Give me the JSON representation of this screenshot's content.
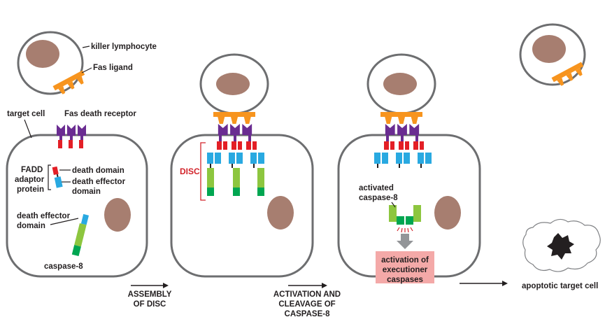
{
  "labels": {
    "killer_lymphocyte": "killer lymphocyte",
    "fas_ligand": "Fas ligand",
    "target_cell": "target cell",
    "fas_death_receptor": "Fas death receptor",
    "fadd_line1": "FADD",
    "fadd_line2": "adaptor",
    "fadd_line3": "protein",
    "death_domain": "death domain",
    "death_effector_domain_1a": "death effector",
    "death_effector_domain_1b": "domain",
    "death_effector_domain_2a": "death effector",
    "death_effector_domain_2b": "domain",
    "caspase8": "caspase-8",
    "disc": "DISC",
    "activated_1": "activated",
    "activated_2": "caspase-8",
    "exec_1": "activation of",
    "exec_2": "executioner",
    "exec_3": "caspases",
    "apoptotic": "apoptotic target cell"
  },
  "steps": {
    "step1_line1": "ASSEMBLY",
    "step1_line2": "OF DISC",
    "step2_line1": "ACTIVATION AND",
    "step2_line2": "CLEAVAGE OF",
    "step2_line3": "CASPASE-8"
  },
  "colors": {
    "fas_ligand": "#f7941e",
    "fas_receptor": "#6a2c91",
    "death_domain": "#e31f26",
    "death_effector_domain": "#29a9e1",
    "caspase8_light": "#8dc63f",
    "caspase8_dark": "#00a651",
    "nucleus": "#a77e70",
    "membrane": "#6d6e70",
    "disc_label": "#d2232a",
    "executioner_box": "#f4a9a8"
  }
}
